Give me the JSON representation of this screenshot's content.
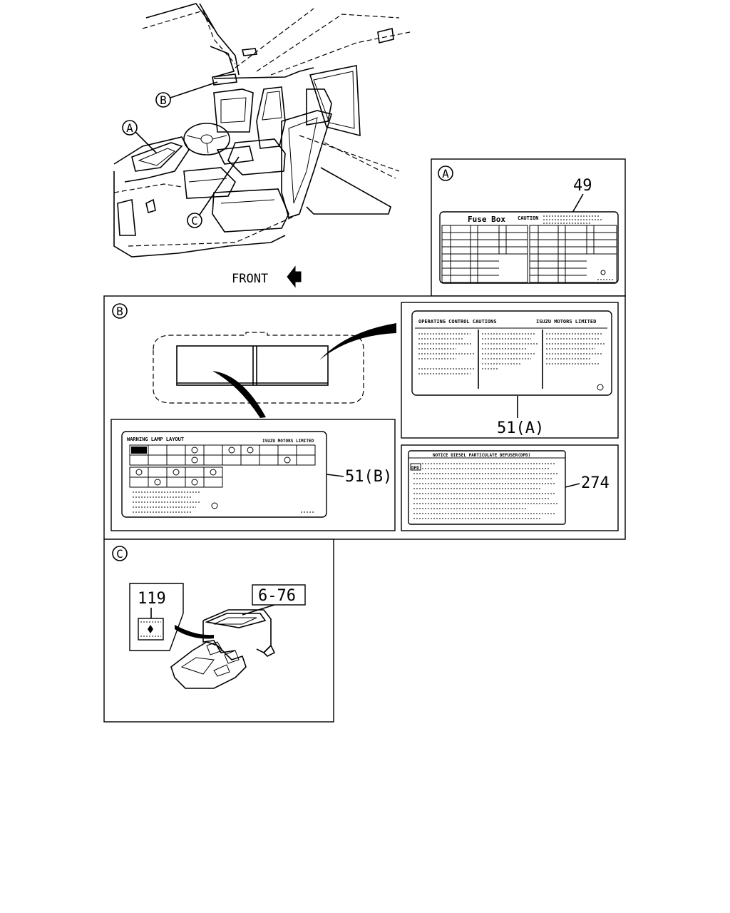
{
  "diagram": {
    "labels": {
      "front": "FRONT",
      "circle_a": "A",
      "circle_b": "B",
      "circle_c": "C"
    },
    "section_a": {
      "tag": "A",
      "part_number": "49",
      "label_title": "Fuse Box",
      "label_caution": "CAUTION"
    },
    "section_b": {
      "tag": "B",
      "part_51a": "51(A)",
      "part_51b": "51(B)",
      "part_274": "274",
      "operating_title": "OPERATING CONTROL CAUTIONS",
      "operating_maker": "ISUZU MOTORS LIMITED",
      "warning_title": "WARNING LAMP LAYOUT",
      "warning_maker": "ISUZU MOTORS LIMITED",
      "notice_title": "NOTICE DIESEL PARTICULATE DEFUSER(DPD)",
      "notice_tag": "DPD"
    },
    "section_c": {
      "tag": "C",
      "part_119": "119",
      "part_676": "6-76"
    }
  }
}
